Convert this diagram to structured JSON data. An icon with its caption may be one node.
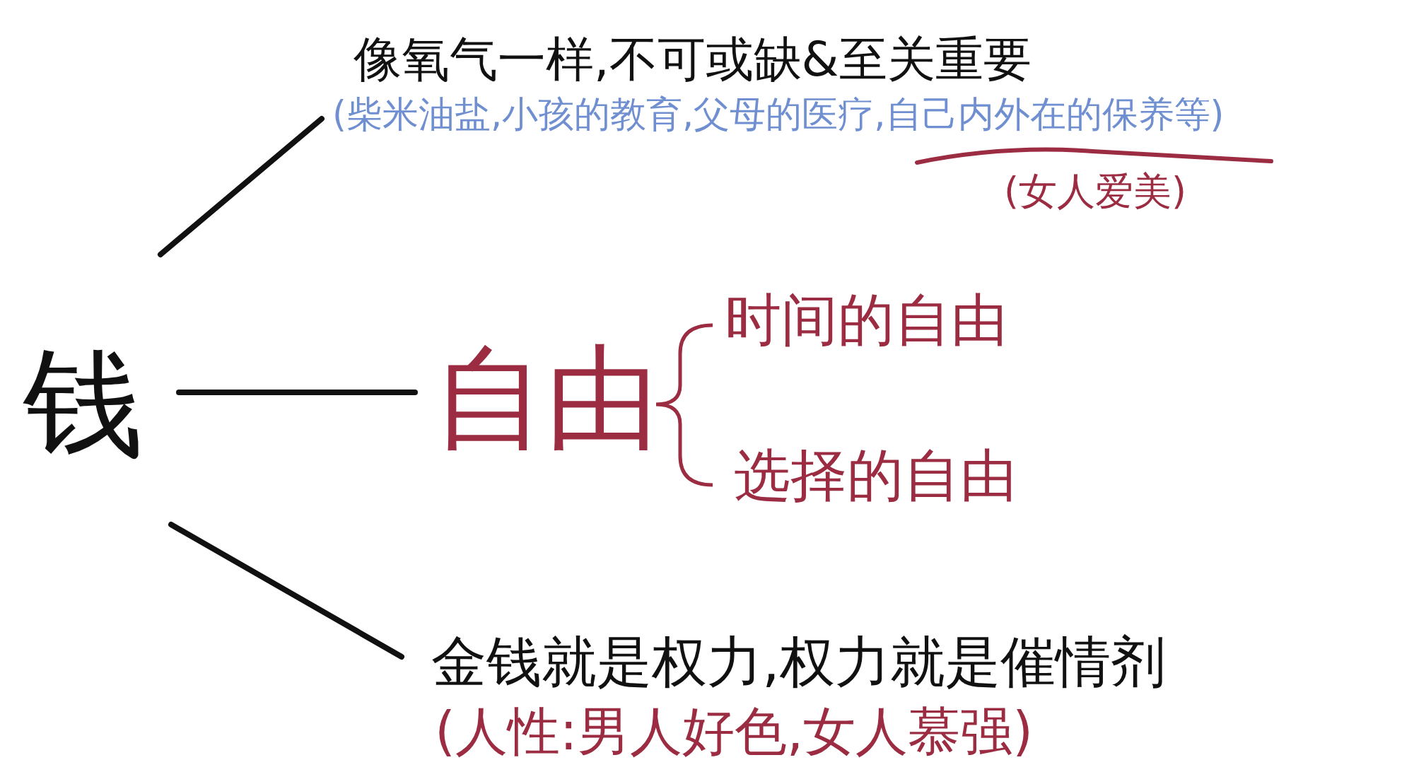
{
  "diagram": {
    "nodes": [
      {
        "text": [
          "钱"
        ]
      },
      {
        "text": [
          "像氧气一样,不可或缺&至关重要",
          "(柴米油盐,小孩的教育,父母的医疗,自己内外在的保养等)"
        ]
      },
      {
        "text": [
          "自由"
        ]
      },
      {
        "text": [
          "时间的自由"
        ]
      },
      {
        "text": [
          "选择的自由"
        ]
      },
      {
        "text": [
          "金钱就是权力,权力就是催情剂",
          "(人性:男人好色,女人慕强)"
        ]
      }
    ],
    "edges": [
      {
        "from": 0,
        "to": 1,
        "arrow": "none"
      },
      {
        "from": 0,
        "to": 2,
        "arrow": "none"
      },
      {
        "from": 0,
        "to": 5,
        "arrow": "none"
      }
    ],
    "labels": [
      "(女人爱美)"
    ]
  }
}
